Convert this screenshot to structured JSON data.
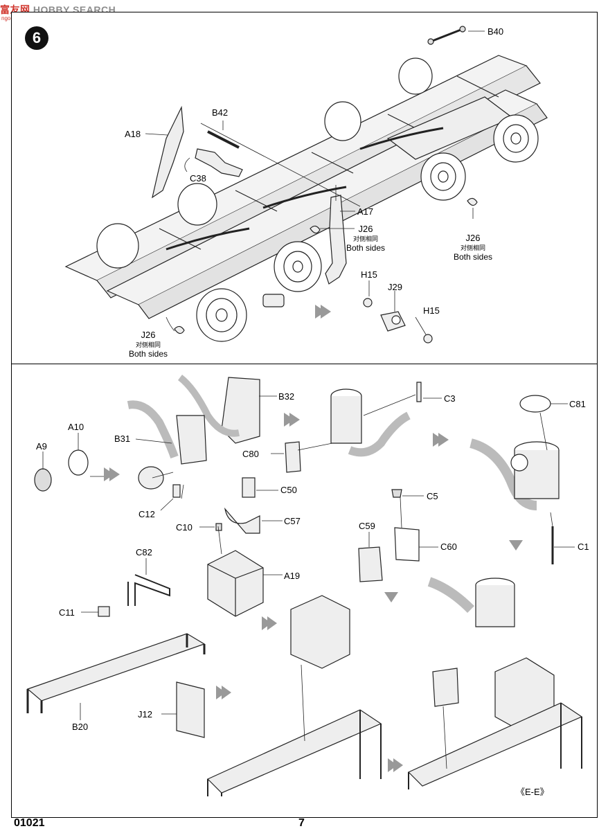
{
  "watermark": {
    "cn": "富友网",
    "en": "HOBBY SEARCH",
    "sub": "ngo-shau.com"
  },
  "step_number": "6",
  "panel1_labels": {
    "B40": "B40",
    "B42": "B42",
    "A18": "A18",
    "C38": "C38",
    "A17": "A17",
    "J26": "J26",
    "both_cn": "对侧相同",
    "both_en": "Both sides",
    "H15": "H15",
    "J29": "J29"
  },
  "panel2_labels": {
    "B32": "B32",
    "C3": "C3",
    "C81": "C81",
    "A10": "A10",
    "A9": "A9",
    "B31": "B31",
    "C80": "C80",
    "C12": "C12",
    "C50": "C50",
    "C5": "C5",
    "C10": "C10",
    "C57": "C57",
    "C59": "C59",
    "C60": "C60",
    "C1": "C1",
    "A19": "A19",
    "C82": "C82",
    "C11": "C11",
    "J12": "J12",
    "B20": "B20",
    "view": "《E-E》"
  },
  "footer": {
    "code": "01021",
    "page": "7"
  }
}
